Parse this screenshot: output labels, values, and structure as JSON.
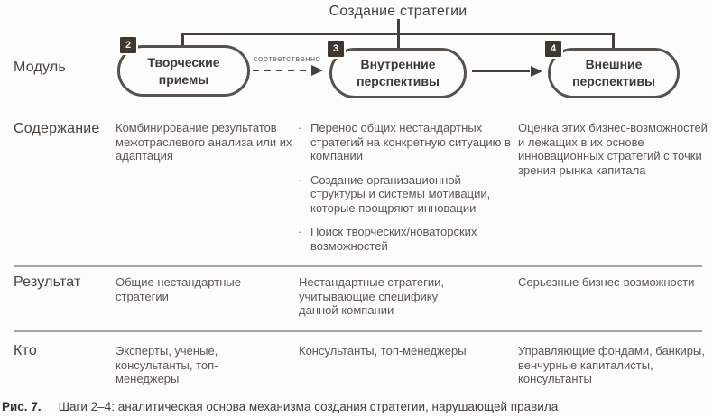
{
  "title": "Создание стратегии",
  "bullet_char": "·",
  "connector": {
    "label": "соответственно"
  },
  "modules": {
    "row_label": "Модуль",
    "items": [
      {
        "number": "2",
        "label": "Творческие приемы"
      },
      {
        "number": "3",
        "label": "Внутренние перспективы"
      },
      {
        "number": "4",
        "label": "Внешние перспективы"
      }
    ]
  },
  "content_row": {
    "row_label": "Содержание",
    "col1": "Комбинирование результатов межотраслевого анализа или их адаптация",
    "col2_bullets": [
      "Перенос общих нестандартных стратегий на конкретную ситуацию в компании",
      "Создание организационной структуры и системы мотивации, которые поощряют инновации",
      "Поиск творческих/новаторских возможностей"
    ],
    "col3": "Оценка этих бизнес-возможностей и лежащих в их основе инновационных стратегий с точки зрения рынка капитала"
  },
  "result_row": {
    "row_label": "Результат",
    "col1": "Общие нестандартные стратегии",
    "col2": "Нестандартные стратегии, учитывающие специфику данной компании",
    "col3": "Серьезные бизнес-возможности"
  },
  "who_row": {
    "row_label": "Кто",
    "col1": "Эксперты, ученые, консультанты, топ-менеджеры",
    "col2": "Консультанты, топ-менеджеры",
    "col3": "Управляющие фондами, банкиры, венчурные капиталисты, консультанты"
  },
  "caption": {
    "figure_label": "Рис. 7.",
    "text": "Шаги 2–4: аналитическая основа механизма создания стратегии, нарушающей правила"
  },
  "colors": {
    "ink": "#46403a",
    "box_border": "#57514b",
    "box_text": "#3e3933",
    "body_text": "#5d564e",
    "divider": "#a5a5a3",
    "tag_background": "#3e3831",
    "background": "#fcfcfb"
  }
}
